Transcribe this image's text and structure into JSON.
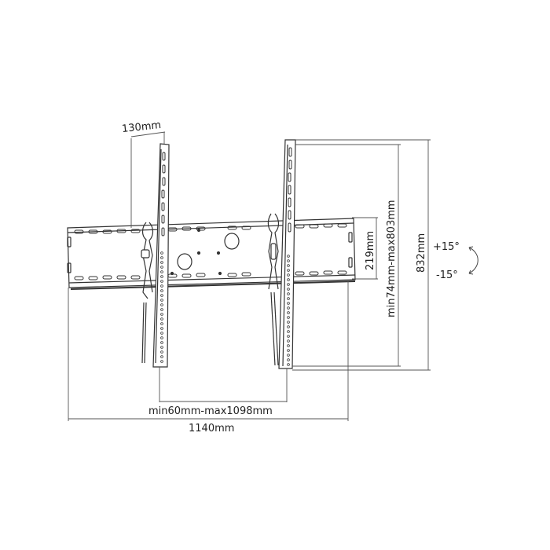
{
  "diagram": {
    "subject": "Tilting TV wall mount bracket technical drawing",
    "colors": {
      "line": "#333333",
      "dim_line": "#555555",
      "background": "#ffffff"
    },
    "dimensions": {
      "depth": "130mm",
      "rail_spacing": "min60mm-max1098mm",
      "total_width": "1140mm",
      "plate_height": "219mm",
      "vertical_range": "min74mm-max803mm",
      "total_height": "832mm"
    },
    "tilt": {
      "plus": "+15°",
      "minus": "-15°"
    }
  }
}
